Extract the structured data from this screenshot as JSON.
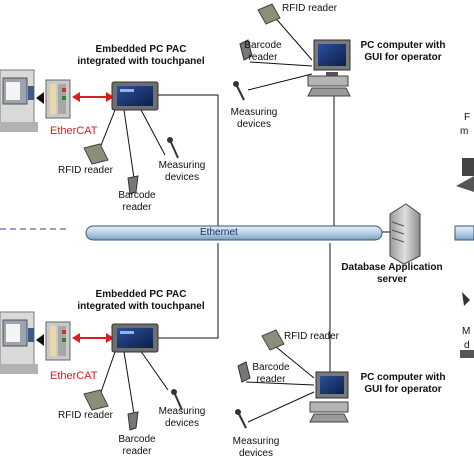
{
  "colors": {
    "ethernet_bus": "#b9d1e8",
    "ethercat_link": "#d6201f",
    "wire": "#111111",
    "dashed_separator": "#2b3f8f"
  },
  "labels": {
    "top_pac_title": "Embedded PC PAC integrated with touchpanel",
    "bottom_pac_title": "Embedded PC PAC integrated with touchpanel",
    "top_ethercat": "EtherCAT",
    "bottom_ethercat": "EtherCAT",
    "top_rfid_left": "RFID reader",
    "top_barcode_left": "Barcode reader",
    "top_measuring_left": "Measuring devices",
    "bottom_rfid_left": "RFID reader",
    "bottom_barcode_left": "Barcode reader",
    "bottom_measuring_left": "Measuring devices",
    "top_rfid_right": "RFID reader",
    "top_barcode_right": "Barcode reader",
    "top_measuring_right": "Measuring devices",
    "bottom_rfid_right": "RFID reader",
    "bottom_barcode_right": "Barcode reader",
    "bottom_measuring_right": "Measuring devices",
    "top_pc": "PC computer with GUI for operator",
    "bottom_pc": "PC computer with GUI for operator",
    "ethernet": "Ethernet",
    "db_server": "Database Application server",
    "right_partial_top_1": "F",
    "right_partial_top_2": "m",
    "right_partial_bottom_1": "M",
    "right_partial_bottom_2": "d"
  },
  "icons": [
    "cnc-machine-icon",
    "pac-controller-icon",
    "touchpanel-icon",
    "rfid-reader-icon",
    "barcode-scanner-icon",
    "measuring-probe-icon",
    "pc-computer-icon",
    "database-server-icon"
  ]
}
